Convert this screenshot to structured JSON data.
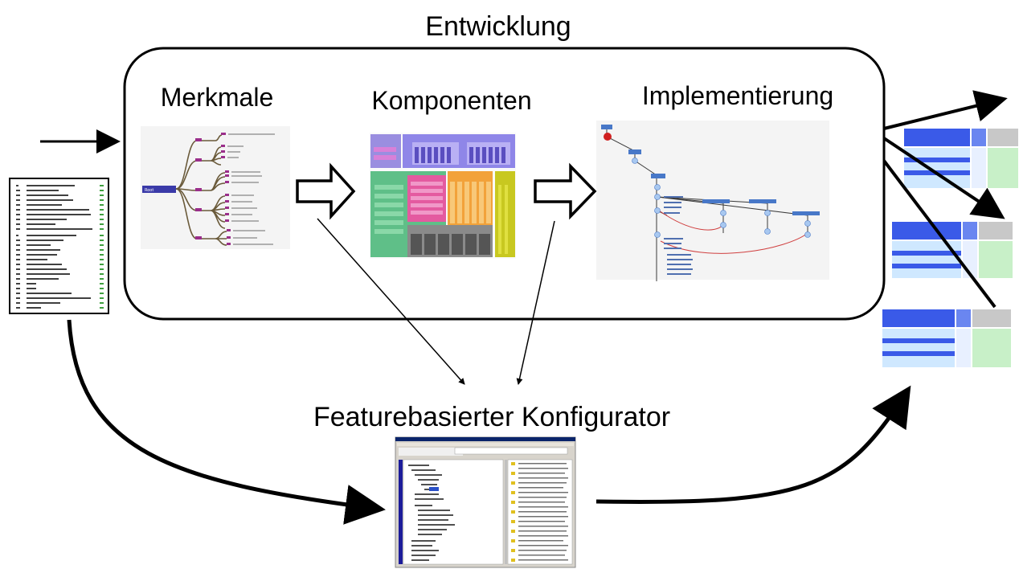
{
  "title": "Entwicklung",
  "stages": [
    {
      "label": "Merkmale"
    },
    {
      "label": "Komponenten"
    },
    {
      "label": "Implementierung"
    }
  ],
  "configurator": {
    "label": "Featurebasierter Konfigurator"
  },
  "colors": {
    "outline": "#000000",
    "mindmap_root": "#3a3aa8",
    "component_purple": "#8f86e8",
    "component_green": "#5fbf88",
    "component_orange": "#f2a23a",
    "component_pink": "#e45aa0",
    "component_gray": "#8a8a8a",
    "component_olive": "#c8c820",
    "graph_node": "#a8c8f0",
    "graph_edge_red": "#d04040",
    "table_header": "#3a5ae8",
    "table_row": "#cfe8ff",
    "table_green": "#c8f0c8"
  }
}
